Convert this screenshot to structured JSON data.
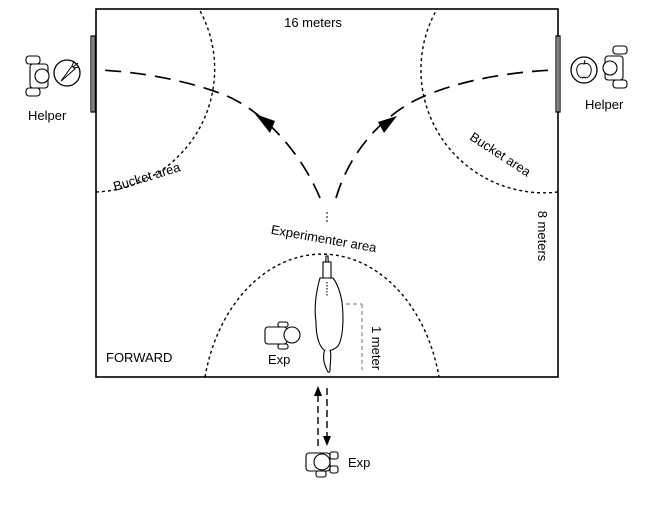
{
  "labels": {
    "width_dimension": "16 meters",
    "height_dimension": "8 meters",
    "one_meter": "1 meter",
    "helper_left": "Helper",
    "helper_right": "Helper",
    "bucket_area_left": "Bucket area",
    "bucket_area_right": "Bucket area",
    "experimenter_area": "Experimenter area",
    "experimenter_inside": "Exp",
    "experimenter_outside": "Exp",
    "condition": "FORWARD"
  },
  "icons": {
    "left_bucket": "carrot-icon",
    "right_bucket": "apple-icon",
    "helper_figures": "person-topview-icon",
    "animal": "horse-topview-icon"
  }
}
